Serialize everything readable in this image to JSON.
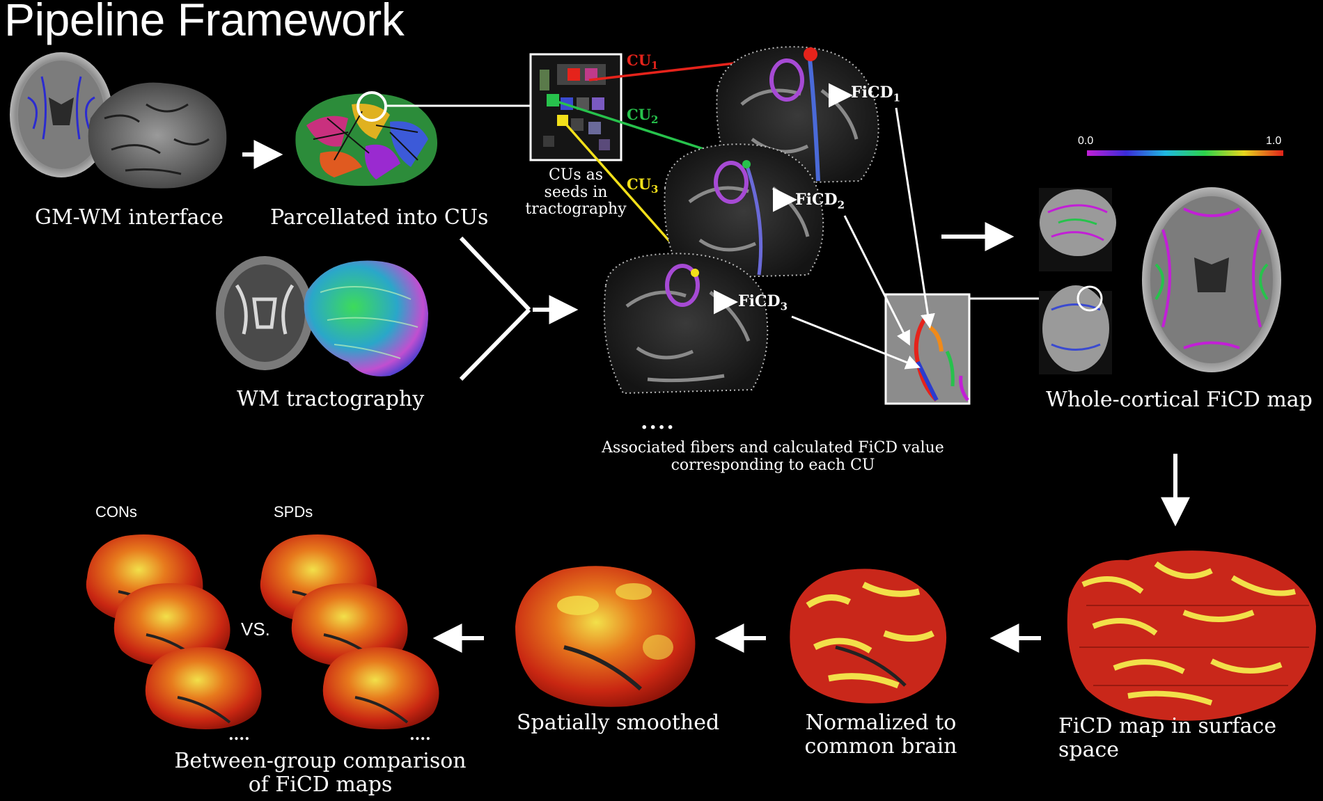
{
  "title": "Pipeline Framework",
  "labels": {
    "gm_wm_interface": "GM-WM interface",
    "parcellated": "Parcellated into CUs",
    "cus_seeds": [
      "CUs as",
      "seeds in",
      "tractography"
    ],
    "wm_tractography": "WM tractography",
    "ellipsis": "....",
    "associated": [
      "Associated fibers and calculated FiCD value",
      "corresponding to each CU"
    ],
    "whole_cortical": "Whole-cortical FiCD map",
    "surface_space": "FiCD map in surface space",
    "normalized": [
      "Normalized to",
      "common brain"
    ],
    "smoothed": "Spatially smoothed",
    "between_group": [
      "Between-group comparison",
      "of FiCD maps"
    ],
    "cons": "CONs",
    "spds": "SPDs",
    "vs": "VS.",
    "dots_left": "....",
    "dots_right": "...."
  },
  "cu_labels": [
    {
      "base": "CU",
      "sub": "1",
      "color": "#e5231b"
    },
    {
      "base": "CU",
      "sub": "2",
      "color": "#27c24c"
    },
    {
      "base": "CU",
      "sub": "3",
      "color": "#f2e01a"
    }
  ],
  "ficd_labels": [
    {
      "base": "FiCD",
      "sub": "1"
    },
    {
      "base": "FiCD",
      "sub": "2"
    },
    {
      "base": "FiCD",
      "sub": "3"
    }
  ],
  "colorbar": {
    "min": "0.0",
    "max": "1.0"
  },
  "colors": {
    "cu1": "#e5231b",
    "cu2": "#27c24c",
    "cu3": "#f2e01a",
    "arrow": "#ffffff",
    "background": "#000000"
  }
}
